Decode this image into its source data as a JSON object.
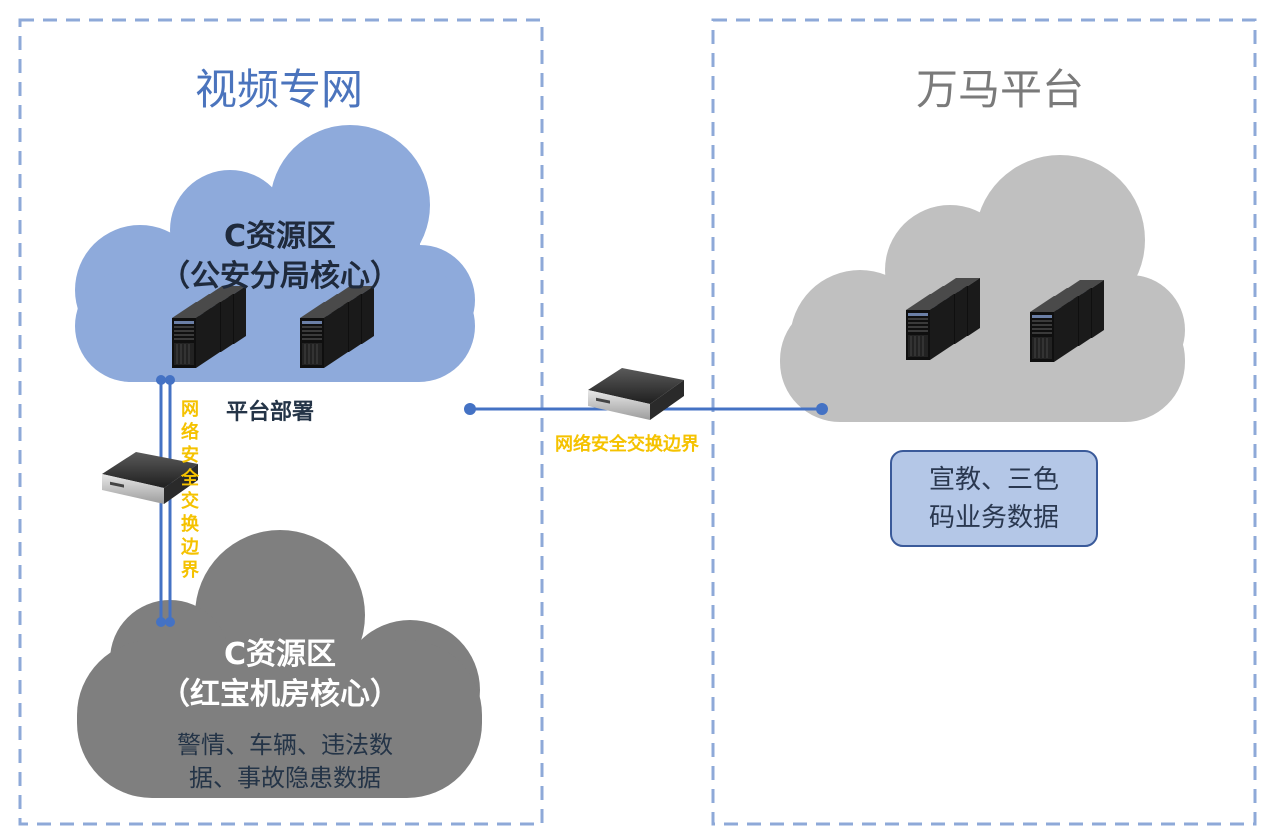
{
  "zones": {
    "left": {
      "title": "视频专网",
      "title_color": "#4b74bd",
      "border_color": "#8ea9d8"
    },
    "right": {
      "title": "万马平台",
      "title_color": "#7a7a7a",
      "border_color": "#8ea9d8"
    }
  },
  "clouds": {
    "top_blue": {
      "line1": "C资源区",
      "line2": "（公安分局核心）",
      "fill": "#8eaadb",
      "text_color": "#1f2a3c"
    },
    "bottom_dark": {
      "line1": "C资源区",
      "line2": "（红宝机房核心）",
      "data_line1": "警情、车辆、违法数",
      "data_line2": "据、事故隐患数据",
      "fill": "#7f7f7f",
      "text_color": "#ffffff"
    },
    "right_grey": {
      "fill": "#c0c0c0"
    }
  },
  "labels": {
    "platform_deploy": "平台部署",
    "vertical_exchange": "网络安全交换边界",
    "horizontal_exchange": "网络安全交换边界",
    "exchange_color": "#f5c200"
  },
  "data_box": {
    "line1": "宣教、三色",
    "line2": "码业务数据",
    "fill": "#b4c7e7",
    "border": "#3a5a9a"
  },
  "link_color": "#4472c4",
  "icons": [
    "server-rack-icon",
    "gateway-device-icon"
  ]
}
